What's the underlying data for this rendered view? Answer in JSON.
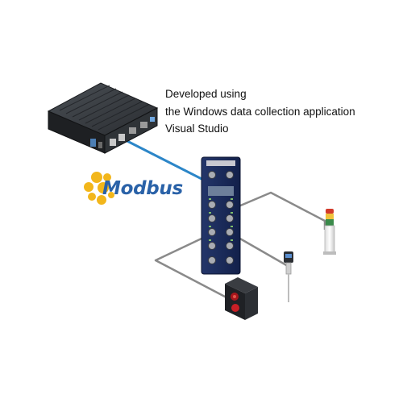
{
  "caption": {
    "line1": "Developed using",
    "line2": "the Windows data collection application",
    "line3": "Visual Studio"
  },
  "logo": {
    "text": "Modbus",
    "text_color": "#2a62a8",
    "mark_color": "#f2b61b"
  },
  "colors": {
    "ethernet_cable": "#2c86c8",
    "sensor_cable": "#8a8a8a",
    "device_body": "#2a2d31",
    "io_module_body": "#1a2a55"
  }
}
